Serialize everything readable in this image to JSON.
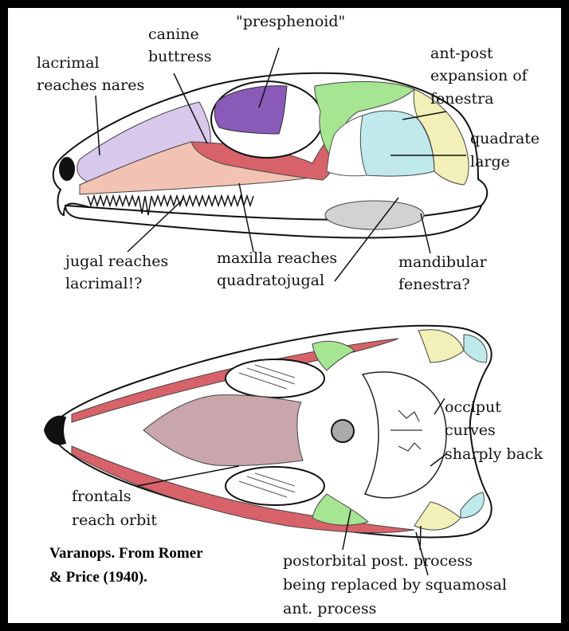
{
  "diagram": {
    "labels": {
      "canine_buttress": [
        "canine",
        "buttress"
      ],
      "presphenoid": "\"presphenoid\"",
      "lacrimal_reaches_nares": [
        "lacrimal",
        "reaches nares"
      ],
      "ant_post_expansion": [
        "ant-post",
        "expansion of",
        "fenestra"
      ],
      "quadrate_large": [
        "quadrate",
        "large"
      ],
      "jugal_reaches_lacrimal": [
        "jugal reaches",
        "lacrimal!?"
      ],
      "maxilla_reaches_quadratojugal": [
        "maxilla reaches",
        "quadratojugal"
      ],
      "mandibular_fenestra": [
        "mandibular",
        "fenestra?"
      ],
      "occiput_curves": [
        "occiput",
        "curves",
        "sharply back"
      ],
      "frontals_reach_orbit": [
        "frontals",
        "reach orbit"
      ],
      "postorbital_replaced": [
        "postorbital post. process",
        "being replaced by squamosal",
        "ant. process"
      ]
    },
    "caption": [
      "Varanops.  From Romer",
      "& Price (1940)."
    ]
  },
  "colors": {
    "frame": "#000000",
    "background": "#ffffff",
    "lacrimal": "#d8c8ec",
    "presphenoid": "#8a5ab8",
    "maxilla": "#f2c2b4",
    "jugal": "#d8626a",
    "postorbital": "#a6e592",
    "quadrate": "#bfe9ea",
    "squamosal": "#f2f0b8",
    "mandibular_fenestra": "#d2d2d2",
    "frontals": "#c8a6ac",
    "outline": "#111111"
  }
}
